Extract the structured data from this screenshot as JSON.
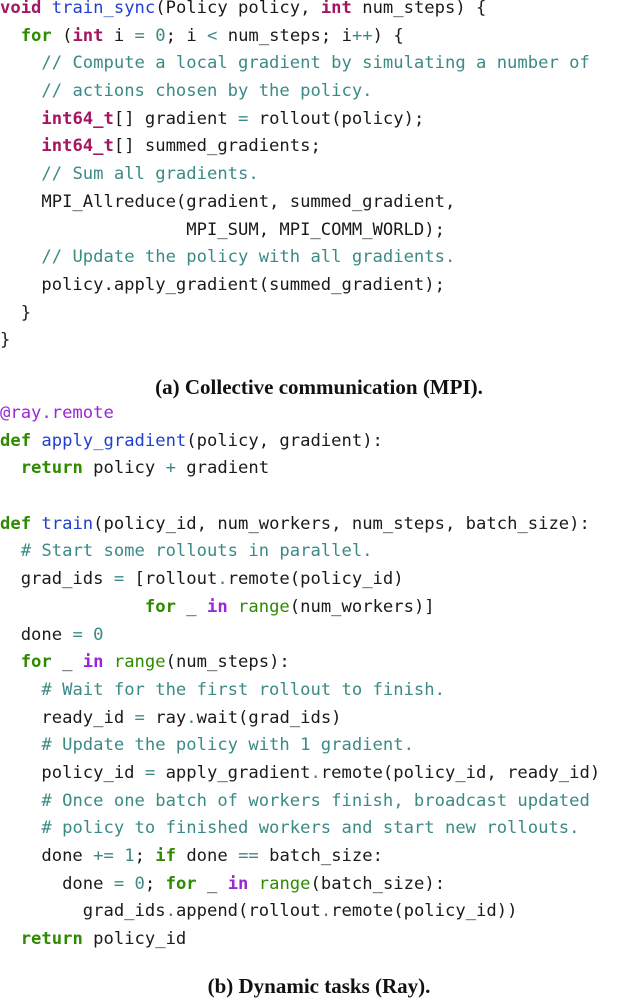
{
  "figure": {
    "caption_a": "(a) Collective communication (MPI).",
    "caption_b": "(b) Dynamic tasks (Ray)."
  },
  "colors": {
    "keyword": "#a6155f",
    "python_keyword": "#2e8b00",
    "loop_keyword": "#9a26d6",
    "function_name": "#1f3fd1",
    "comment": "#3b8a85",
    "text": "#1a1a1a"
  },
  "code_mpi": [
    [
      [
        "kw",
        "void"
      ],
      [
        "p",
        " "
      ],
      [
        "fn",
        "train_sync"
      ],
      [
        "p",
        "(Policy policy, "
      ],
      [
        "kw",
        "int"
      ],
      [
        "p",
        " num_steps) {"
      ]
    ],
    [
      [
        "p",
        "  "
      ],
      [
        "kw2",
        "for"
      ],
      [
        "p",
        " ("
      ],
      [
        "kw",
        "int"
      ],
      [
        "p",
        " i "
      ],
      [
        "op",
        "="
      ],
      [
        "p",
        " "
      ],
      [
        "num",
        "0"
      ],
      [
        "p",
        "; i "
      ],
      [
        "op",
        "<"
      ],
      [
        "p",
        " num_steps; i"
      ],
      [
        "op",
        "++"
      ],
      [
        "p",
        ") {"
      ]
    ],
    [
      [
        "p",
        "    "
      ],
      [
        "cm",
        "// Compute a local gradient by simulating a number of"
      ]
    ],
    [
      [
        "p",
        "    "
      ],
      [
        "cm",
        "// actions chosen by the policy."
      ]
    ],
    [
      [
        "p",
        "    "
      ],
      [
        "kw",
        "int64_t"
      ],
      [
        "p",
        "[] gradient "
      ],
      [
        "op",
        "="
      ],
      [
        "p",
        " rollout(policy);"
      ]
    ],
    [
      [
        "p",
        "    "
      ],
      [
        "kw",
        "int64_t"
      ],
      [
        "p",
        "[] summed_gradients;"
      ]
    ],
    [
      [
        "p",
        "    "
      ],
      [
        "cm",
        "// Sum all gradients."
      ]
    ],
    [
      [
        "p",
        "    MPI_Allreduce(gradient, summed_gradient,"
      ]
    ],
    [
      [
        "p",
        "                  MPI_SUM, MPI_COMM_WORLD);"
      ]
    ],
    [
      [
        "p",
        "    "
      ],
      [
        "cm",
        "// Update the policy with all gradients."
      ]
    ],
    [
      [
        "p",
        "    policy.apply_gradient(summed_gradient);"
      ]
    ],
    [
      [
        "p",
        "  }"
      ]
    ],
    [
      [
        "p",
        "}"
      ]
    ]
  ],
  "code_ray": [
    [
      [
        "dec",
        "@ray.remote"
      ]
    ],
    [
      [
        "kw2",
        "def"
      ],
      [
        "p",
        " "
      ],
      [
        "fn",
        "apply_gradient"
      ],
      [
        "p",
        "(policy, gradient):"
      ]
    ],
    [
      [
        "p",
        "  "
      ],
      [
        "kw2",
        "return"
      ],
      [
        "p",
        " policy "
      ],
      [
        "op",
        "+"
      ],
      [
        "p",
        " gradient"
      ]
    ],
    [
      [
        "p",
        " "
      ]
    ],
    [
      [
        "kw2",
        "def"
      ],
      [
        "p",
        " "
      ],
      [
        "fn",
        "train"
      ],
      [
        "p",
        "(policy_id, num_workers, num_steps, batch_size):"
      ]
    ],
    [
      [
        "p",
        "  "
      ],
      [
        "cm",
        "# Start some rollouts in parallel."
      ]
    ],
    [
      [
        "p",
        "  grad_ids "
      ],
      [
        "op",
        "="
      ],
      [
        "p",
        " [rollout"
      ],
      [
        "op",
        "."
      ],
      [
        "p",
        "remote(policy_id)"
      ]
    ],
    [
      [
        "p",
        "              "
      ],
      [
        "kw2",
        "for"
      ],
      [
        "p",
        " _ "
      ],
      [
        "kw3",
        "in"
      ],
      [
        "p",
        " "
      ],
      [
        "bi",
        "range"
      ],
      [
        "p",
        "(num_workers)]"
      ]
    ],
    [
      [
        "p",
        "  done "
      ],
      [
        "op",
        "="
      ],
      [
        "p",
        " "
      ],
      [
        "num",
        "0"
      ]
    ],
    [
      [
        "p",
        "  "
      ],
      [
        "kw2",
        "for"
      ],
      [
        "p",
        " _ "
      ],
      [
        "kw3",
        "in"
      ],
      [
        "p",
        " "
      ],
      [
        "bi",
        "range"
      ],
      [
        "p",
        "(num_steps):"
      ]
    ],
    [
      [
        "p",
        "    "
      ],
      [
        "cm",
        "# Wait for the first rollout to finish."
      ]
    ],
    [
      [
        "p",
        "    ready_id "
      ],
      [
        "op",
        "="
      ],
      [
        "p",
        " ray"
      ],
      [
        "op",
        "."
      ],
      [
        "p",
        "wait(grad_ids)"
      ]
    ],
    [
      [
        "p",
        "    "
      ],
      [
        "cm",
        "# Update the policy with 1 gradient."
      ]
    ],
    [
      [
        "p",
        "    policy_id "
      ],
      [
        "op",
        "="
      ],
      [
        "p",
        " apply_gradient"
      ],
      [
        "op",
        "."
      ],
      [
        "p",
        "remote(policy_id, ready_id)"
      ]
    ],
    [
      [
        "p",
        "    "
      ],
      [
        "cm",
        "# Once one batch of workers finish, broadcast updated"
      ]
    ],
    [
      [
        "p",
        "    "
      ],
      [
        "cm",
        "# policy to finished workers and start new rollouts."
      ]
    ],
    [
      [
        "p",
        "    done "
      ],
      [
        "op",
        "+="
      ],
      [
        "p",
        " "
      ],
      [
        "num",
        "1"
      ],
      [
        "p",
        "; "
      ],
      [
        "kw2",
        "if"
      ],
      [
        "p",
        " done "
      ],
      [
        "op",
        "=="
      ],
      [
        "p",
        " batch_size:"
      ]
    ],
    [
      [
        "p",
        "      done "
      ],
      [
        "op",
        "="
      ],
      [
        "p",
        " "
      ],
      [
        "num",
        "0"
      ],
      [
        "p",
        "; "
      ],
      [
        "kw2",
        "for"
      ],
      [
        "p",
        " _ "
      ],
      [
        "kw3",
        "in"
      ],
      [
        "p",
        " "
      ],
      [
        "bi",
        "range"
      ],
      [
        "p",
        "(batch_size):"
      ]
    ],
    [
      [
        "p",
        "        grad_ids"
      ],
      [
        "op",
        "."
      ],
      [
        "p",
        "append(rollout"
      ],
      [
        "op",
        "."
      ],
      [
        "p",
        "remote(policy_id))"
      ]
    ],
    [
      [
        "p",
        "  "
      ],
      [
        "kw2",
        "return"
      ],
      [
        "p",
        " policy_id"
      ]
    ]
  ]
}
